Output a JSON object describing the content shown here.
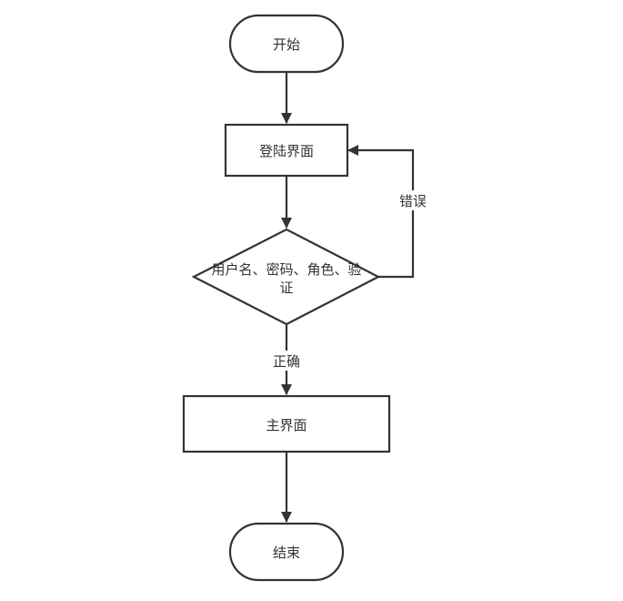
{
  "flowchart": {
    "nodes": {
      "start": {
        "label": "开始"
      },
      "login": {
        "label": "登陆界面"
      },
      "verify": {
        "label_line1": "用户名、密码、角色、验",
        "label_line2": "证"
      },
      "main": {
        "label": "主界面"
      },
      "end": {
        "label": "结束"
      }
    },
    "edges": {
      "verify_to_login": {
        "label": "错误"
      },
      "verify_to_main": {
        "label": "正确"
      }
    }
  }
}
